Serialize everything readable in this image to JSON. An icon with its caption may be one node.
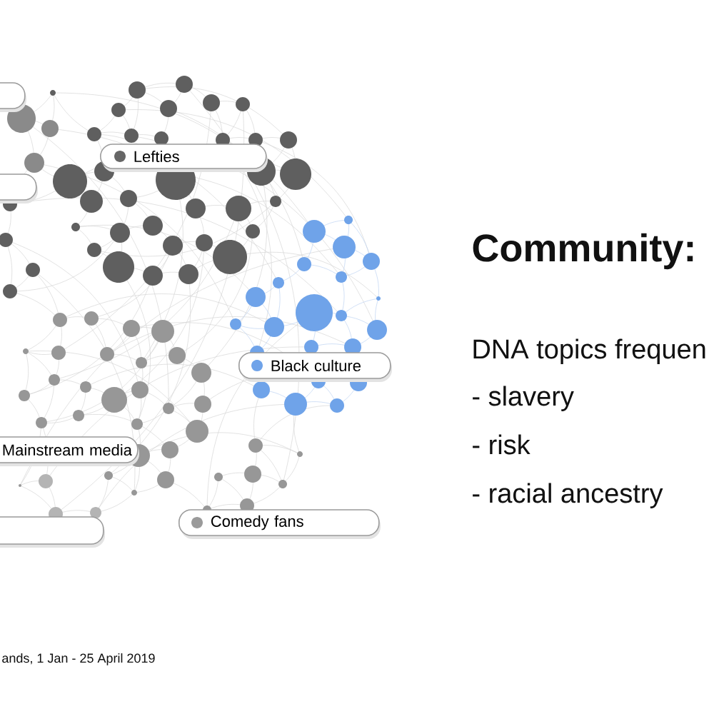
{
  "diagram": {
    "title": "Community:",
    "caption": "ands, 1 Jan - 25 April 2019",
    "nodes": [
      {
        "text": [],
        "shape": "box"
      },
      {
        "text": [
          "Lefties"
        ]
      },
      {
        "text": [],
        "shape": "box"
      },
      {
        "text": [
          "Black culture"
        ]
      },
      {
        "text": [
          "Mainstream media"
        ]
      },
      {
        "text": [
          "Comedy fans"
        ]
      },
      {
        "text": [],
        "shape": "box"
      }
    ],
    "labels": [
      "DNA topics frequen",
      "- slavery",
      "- risk",
      "- racial ancestry"
    ]
  }
}
